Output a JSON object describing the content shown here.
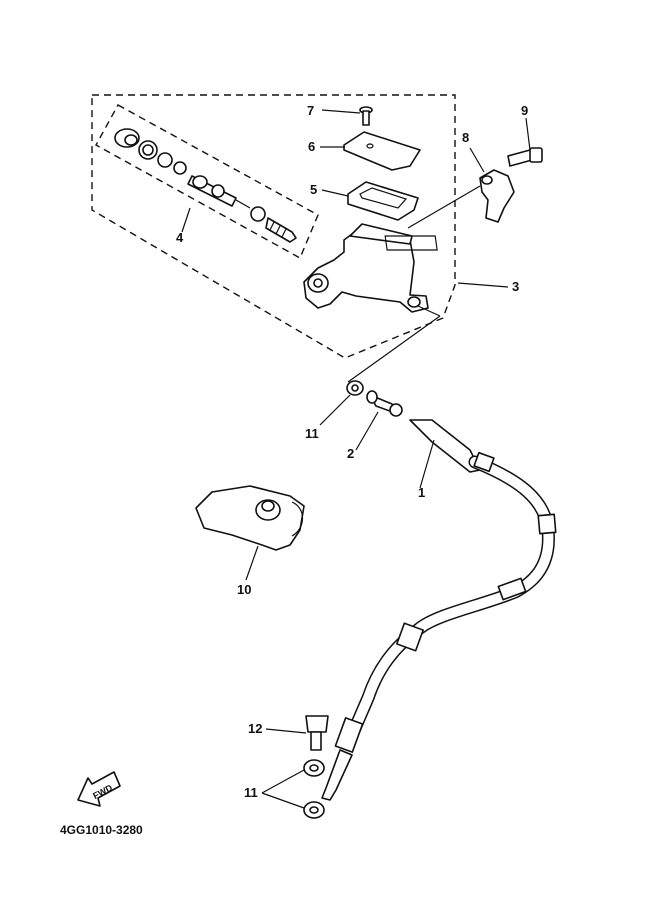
{
  "callouts": {
    "c1": "1",
    "c2": "2",
    "c3": "3",
    "c4": "4",
    "c5": "5",
    "c6": "6",
    "c7": "7",
    "c8": "8",
    "c9": "9",
    "c10": "10",
    "c11a": "11",
    "c11b": "11",
    "c12": "12"
  },
  "footer": {
    "part_code": "4GG1010-3280",
    "fwd_label": "FWD"
  },
  "colors": {
    "ink": "#111111",
    "paper": "#ffffff"
  }
}
